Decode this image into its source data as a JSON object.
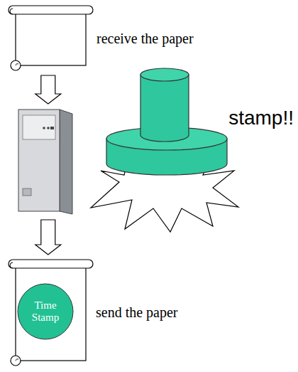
{
  "diagram": {
    "nodes": [
      {
        "text": [
          "receive the paper"
        ]
      },
      {
        "text": [
          "stamp!!"
        ]
      },
      {
        "text": [
          "send the paper"
        ]
      },
      {
        "text": [
          "Time Stamp"
        ],
        "in": 2
      }
    ],
    "edges": [
      {
        "from": 0,
        "to": 1,
        "arrow": "to"
      },
      {
        "from": 1,
        "to": 2,
        "arrow": "to"
      }
    ]
  }
}
